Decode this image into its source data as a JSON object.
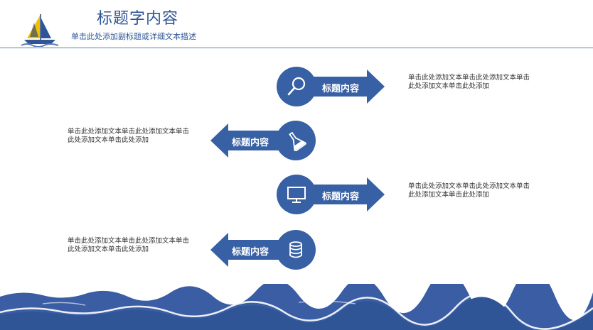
{
  "header": {
    "title": "标题字内容",
    "subtitle": "单击此处添加副标题或详细文本描述"
  },
  "colors": {
    "accent": "#3860a4",
    "title": "#2f5597",
    "wave": "#3a5da3",
    "sail": "#f2c100"
  },
  "items": [
    {
      "label": "标题内容",
      "icon": "magnifier-icon",
      "side": "right",
      "text": "单击此处添加文本单击此处添加文本单击此处添加文本单击此处添加"
    },
    {
      "label": "标题内容",
      "icon": "flask-icon",
      "side": "left",
      "text": "单击此处添加文本单击此处添加文本单击此处添加文本单击此处添加"
    },
    {
      "label": "标题内容",
      "icon": "monitor-icon",
      "side": "right",
      "text": "单击此处添加文本单击此处添加文本单击此处添加文本单击此处添加"
    },
    {
      "label": "标题内容",
      "icon": "database-icon",
      "side": "left",
      "text": "单击此处添加文本单击此处添加文本单击此处添加文本单击此处添加"
    }
  ]
}
